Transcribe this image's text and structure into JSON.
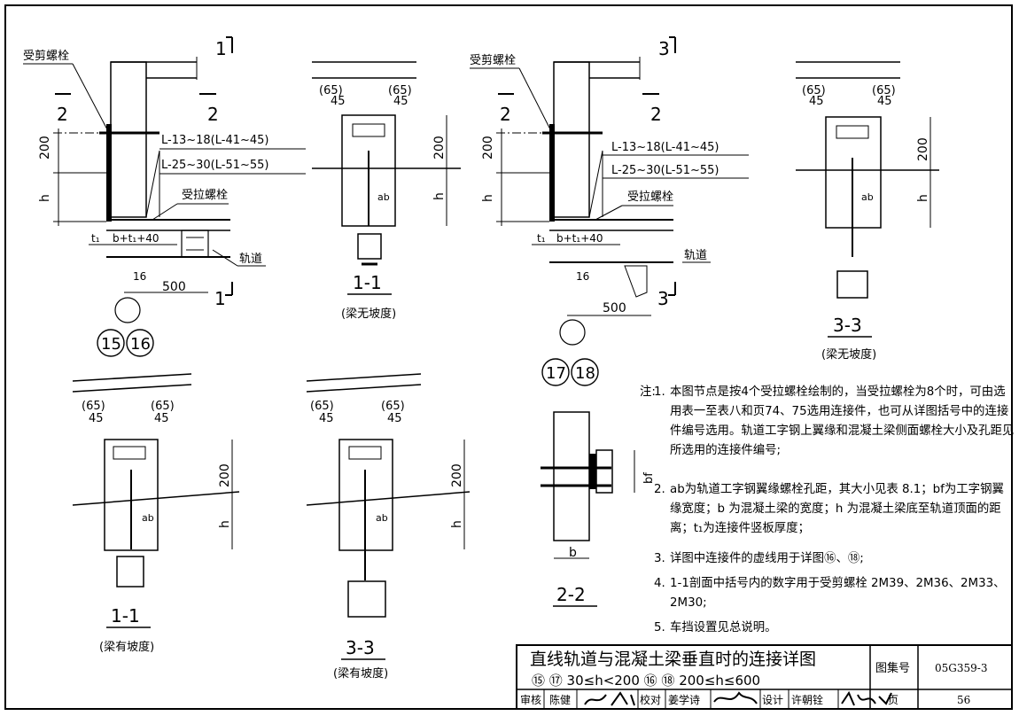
{
  "labels": {
    "shear_bolt": "受剪螺栓",
    "tension_bolt": "受拉螺栓",
    "rail": "轨道",
    "angle_a": "L-13~18(L-41~45)",
    "angle_b": "L-25~30(L-51~55)",
    "sec1": "1",
    "sec2": "2",
    "sec3": "3",
    "dim_200": "200",
    "dim_h": "h",
    "dim_45": "45",
    "dim_65": "(65)",
    "dim_500": "500",
    "dim_16": "16",
    "dim_ab": "ab",
    "dim_bf": "bf",
    "dim_b": "b",
    "dim_t1": "t₁",
    "dim_bt": "b+t₁+40"
  },
  "callouts": {
    "c15": "15",
    "c16": "16",
    "c17": "17",
    "c18": "18"
  },
  "sections": {
    "s11_top_title": "1-1",
    "s11_top_sub": "(梁无坡度)",
    "s33_top_title": "3-3",
    "s33_top_sub": "(梁无坡度)",
    "s11_bot_title": "1-1",
    "s11_bot_sub": "(梁有坡度)",
    "s33_bot_title": "3-3",
    "s33_bot_sub": "(梁有坡度)",
    "s22_title": "2-2"
  },
  "notes": {
    "heading": "注:",
    "items": [
      {
        "num": "1.",
        "text": "本图节点是按4个受拉螺栓绘制的，当受拉螺栓为8个时，可由选用表一至表八和页74、75选用连接件，也可从详图括号中的连接件编号选用。轨道工字钢上翼缘和混凝土梁侧面螺栓大小及孔距见所选用的连接件编号;"
      },
      {
        "num": "2.",
        "text": "ab为轨道工字钢翼缘螺栓孔距，其大小见表 8.1；bf为工字钢翼缘宽度；b 为混凝土梁的宽度；h 为混凝土梁底至轨道顶面的距离；t₁为连接件竖板厚度；"
      },
      {
        "num": "3.",
        "text": "详图中连接件的虚线用于详图⑯、⑱;"
      },
      {
        "num": "4.",
        "text": "1-1剖面中括号内的数字用于受剪螺栓 2M39、2M36、2M33、2M30;"
      },
      {
        "num": "5.",
        "text": "车挡设置见总说明。"
      }
    ]
  },
  "title_block": {
    "title": "直线轨道与混凝土梁垂直时的连接详图",
    "subtitle": "⑮ ⑰ 30≤h<200 ⑯ ⑱ 200≤h≤600",
    "atlas_label": "图集号",
    "atlas_no": "05G359-3",
    "page_label": "页",
    "page_no": "56",
    "review_label": "审核",
    "reviewer": "陈健",
    "check_label": "校对",
    "checker": "姜学诗",
    "design_label": "设计",
    "designer": "许朝铨"
  }
}
